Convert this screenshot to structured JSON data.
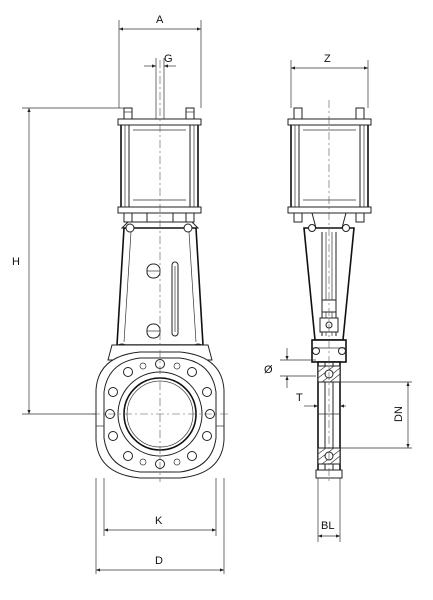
{
  "labels": {
    "A": "A",
    "G": "G",
    "H": "H",
    "K": "K",
    "D": "D",
    "Z": "Z",
    "phi": "Ø",
    "T": "T",
    "DN": "DN",
    "BL": "BL"
  }
}
